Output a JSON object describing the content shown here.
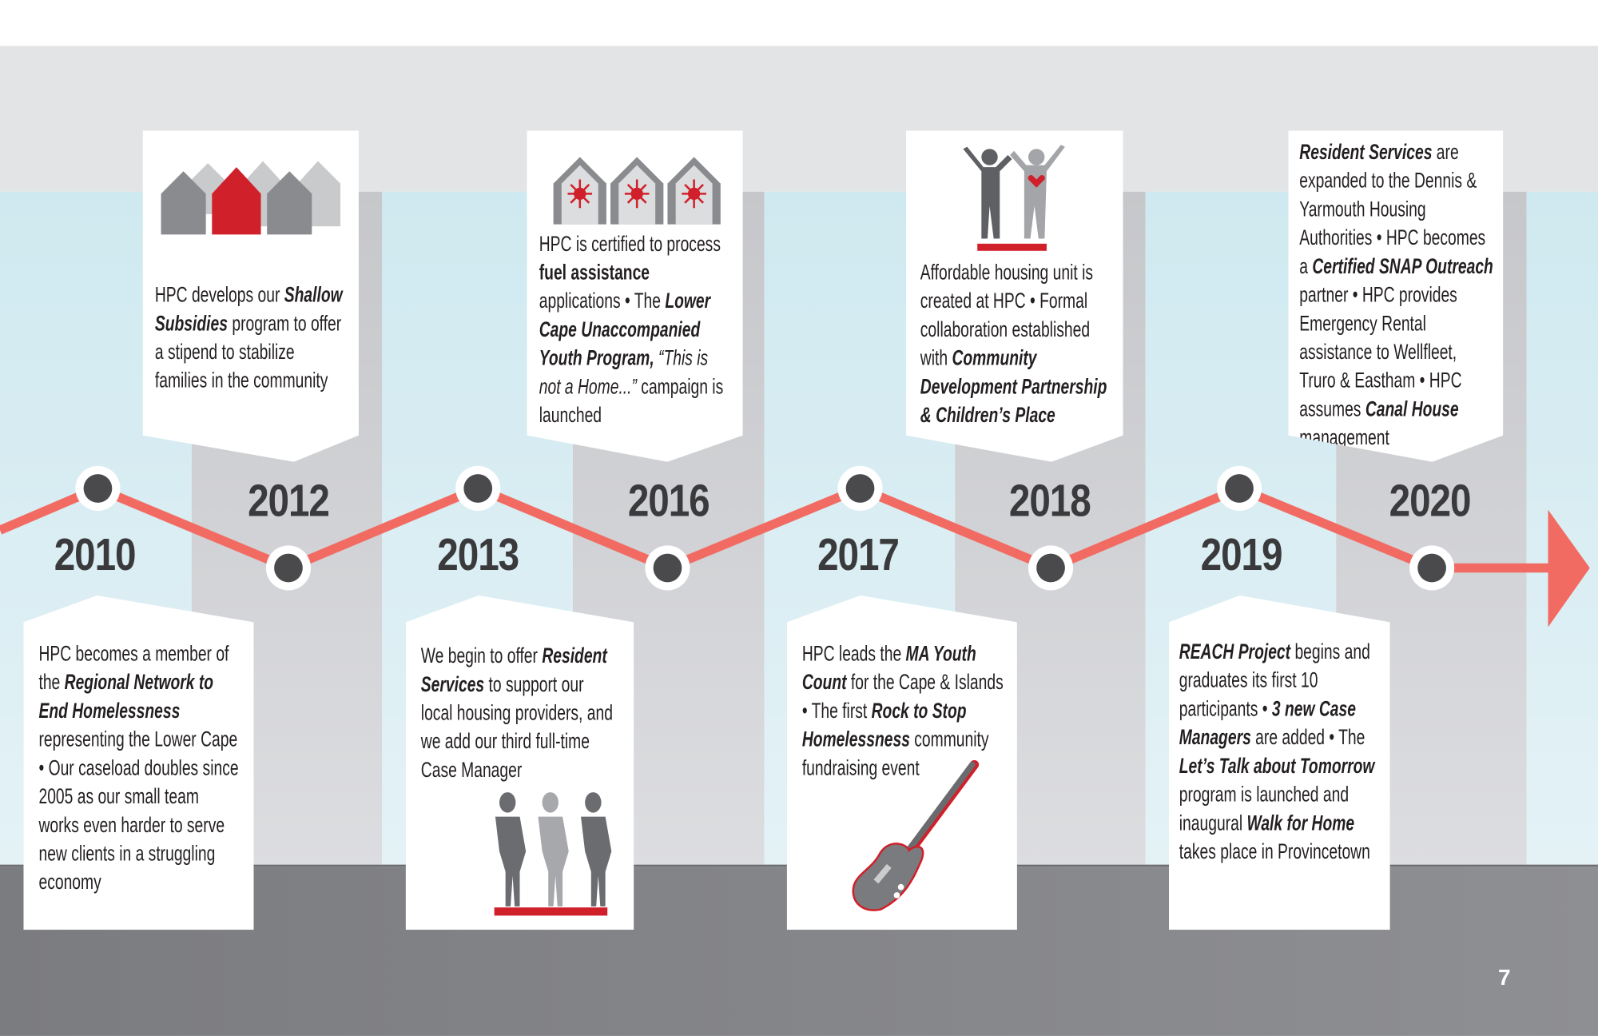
{
  "colors": {
    "line": "#f26b63",
    "accent_red": "#d0202a",
    "dot": "#4a4a4d",
    "year_text": "#3a3a3c"
  },
  "top_cards": [
    {
      "year": "2012",
      "icon": "houses-icon",
      "segments": [
        {
          "t": "HPC develops our ",
          "s": ""
        },
        {
          "t": "Shallow Subsidies",
          "s": "b"
        },
        {
          "t": " program to offer a stipend to stabilize families in the community",
          "s": ""
        }
      ]
    },
    {
      "year": "2016",
      "icon": "fuel-houses-icon",
      "segments": [
        {
          "t": "HPC is certified to process ",
          "s": ""
        },
        {
          "t": "fuel assistance",
          "s": "bo"
        },
        {
          "t": " applications • The ",
          "s": ""
        },
        {
          "t": "Lower Cape Unaccompanied Youth Program,",
          "s": "b"
        },
        {
          "t": " “This is not a Home...”",
          "s": "i"
        },
        {
          "t": " campaign is launched",
          "s": ""
        }
      ]
    },
    {
      "year": "2018",
      "icon": "people-icon",
      "segments": [
        {
          "t": "Affordable housing unit is created at HPC • Formal collaboration established with ",
          "s": ""
        },
        {
          "t": "Community Development Partnership & Children’s Place",
          "s": "b"
        }
      ]
    },
    {
      "year": "2020",
      "icon": "",
      "segments": [
        {
          "t": "Resident Services",
          "s": "b"
        },
        {
          "t": " are expanded to the Dennis & Yarmouth Housing Authorities • HPC becomes a ",
          "s": ""
        },
        {
          "t": "Certified SNAP Outreach",
          "s": "b"
        },
        {
          "t": " partner • HPC provides Emergency Rental assistance to Wellfleet, Truro & Eastham • HPC assumes ",
          "s": ""
        },
        {
          "t": "Canal House",
          "s": "b"
        },
        {
          "t": " management",
          "s": ""
        }
      ]
    }
  ],
  "bottom_cards": [
    {
      "year": "2010",
      "icon": "",
      "segments": [
        {
          "t": "HPC becomes a member of the ",
          "s": ""
        },
        {
          "t": "Regional Network to End Homelessness",
          "s": "b"
        },
        {
          "t": " representing the Lower Cape • Our caseload doubles since 2005 as our small team works even harder to serve new clients in a struggling economy",
          "s": ""
        }
      ]
    },
    {
      "year": "2013",
      "icon": "women-icon",
      "segments": [
        {
          "t": "We begin to offer ",
          "s": ""
        },
        {
          "t": "Resident Services",
          "s": "b"
        },
        {
          "t": " to support our local housing providers, and we add our third full-time Case Manager",
          "s": ""
        }
      ]
    },
    {
      "year": "2017",
      "icon": "guitar-icon",
      "segments": [
        {
          "t": "HPC leads the ",
          "s": ""
        },
        {
          "t": "MA Youth Count",
          "s": "b"
        },
        {
          "t": " for the Cape & Islands • The first ",
          "s": ""
        },
        {
          "t": "Rock to Stop Homelessness",
          "s": "b"
        },
        {
          "t": " community fundraising event",
          "s": ""
        }
      ]
    },
    {
      "year": "2019",
      "icon": "",
      "segments": [
        {
          "t": "REACH Project",
          "s": "b"
        },
        {
          "t": " begins and graduates its first 10 participants • ",
          "s": ""
        },
        {
          "t": "3 new Case Managers",
          "s": "b"
        },
        {
          "t": " are added • The ",
          "s": ""
        },
        {
          "t": "Let’s Talk about Tomorrow",
          "s": "b"
        },
        {
          "t": " program is launched and inaugural ",
          "s": ""
        },
        {
          "t": "Walk for Home",
          "s": "b"
        },
        {
          "t": " takes place in Provincetown",
          "s": ""
        }
      ]
    }
  ],
  "page_number": "7"
}
